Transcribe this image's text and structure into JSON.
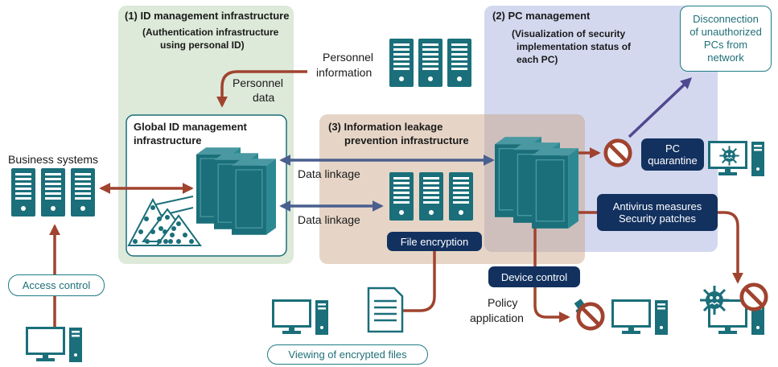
{
  "regions": {
    "id_mgmt": {
      "number": "(1)",
      "title": "ID management infrastructure",
      "subtitle_1": "(Authentication infrastructure",
      "subtitle_2": "using personal ID)"
    },
    "pc_mgmt": {
      "number": "(2)",
      "title": "PC management",
      "subtitle_1": "(Visualization of security",
      "subtitle_2": "implementation status of",
      "subtitle_3": "each PC)"
    },
    "leakage": {
      "number": "(3)",
      "title_1": "Information leakage",
      "title_2": "prevention infrastructure"
    }
  },
  "labels": {
    "global_id_1": "Global ID management",
    "global_id_2": "infrastructure",
    "business_systems": "Business systems",
    "personnel_info_1": "Personnel",
    "personnel_info_2": "information",
    "personnel_data_1": "Personnel",
    "personnel_data_2": "data",
    "data_linkage_1": "Data linkage",
    "data_linkage_2": "Data linkage",
    "policy_1": "Policy",
    "policy_2": "application"
  },
  "badges": {
    "pc_quarantine_1": "PC",
    "pc_quarantine_2": "quarantine",
    "antivirus": "Antivirus measures",
    "patches": "Security patches",
    "file_encryption": "File encryption",
    "device_control": "Device control"
  },
  "outlined": {
    "access_control": "Access control",
    "viewing_encrypted": "Viewing of encrypted files",
    "disconnection_1": "Disconnection",
    "disconnection_2": "of unauthorized",
    "disconnection_3": "PCs from",
    "disconnection_4": "network"
  },
  "colors": {
    "teal": "#1a6f7a",
    "navy": "#12315f",
    "arrow_red": "#a0432f",
    "arrow_blue": "#4a5f8f",
    "arrow_purple": "#4f4a8f",
    "green_zone": "#dde9d9",
    "tan_zone": "#e8d6c2",
    "blue_zone": "#d3d8ef"
  },
  "icons": [
    "server-icon",
    "server-cluster-icon",
    "pc-icon",
    "document-icon",
    "block-icon",
    "virus-icon",
    "usb-icon",
    "network-tree-icon"
  ]
}
